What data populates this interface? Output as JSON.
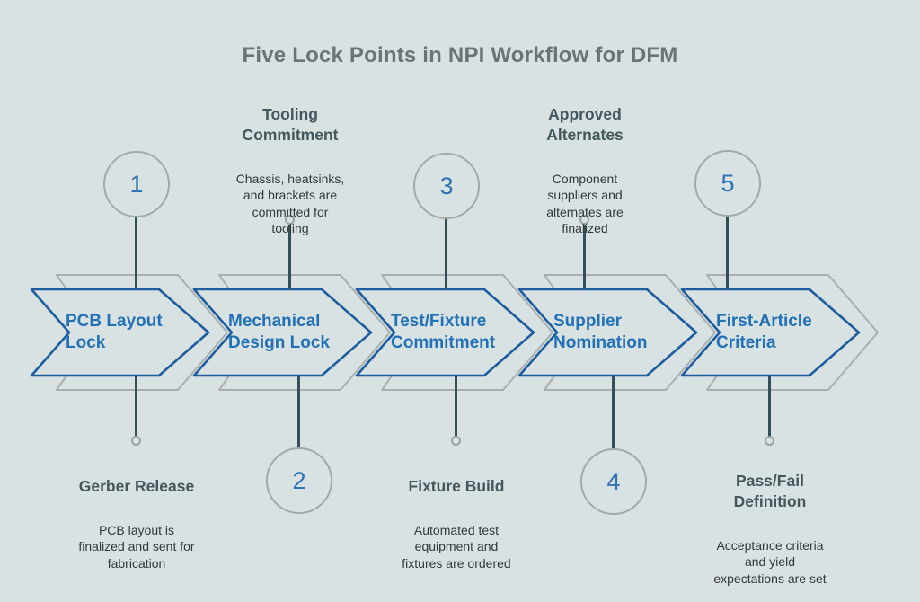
{
  "title": "Five Lock Points in NPI Workflow for DFM",
  "colors": {
    "background": "#d9e2e2",
    "chevron_stroke": "#1d5c9e",
    "chevron_label_text": "#2270b5",
    "shadow_outline": "#a9aeae",
    "connector_line": "#33505a",
    "circle_stroke": "#a3a8a8",
    "circle_number_text": "#2e73b5",
    "title_text": "#6a7477",
    "callout_heading_text": "#44575e",
    "callout_description_text": "#33383a"
  },
  "steps": [
    {
      "number": "1",
      "label": [
        "PCB Layout",
        "Lock"
      ],
      "callout": {
        "position": "bottom",
        "heading": [
          "Gerber Release"
        ],
        "description": [
          "PCB layout is",
          "finalized and sent for",
          "fabrication"
        ]
      }
    },
    {
      "number": "2",
      "label": [
        "Mechanical",
        "Design Lock"
      ],
      "callout": {
        "position": "top",
        "heading": [
          "Tooling",
          "Commitment"
        ],
        "description": [
          "Chassis, heatsinks,",
          "and brackets are",
          "committed for",
          "tooling"
        ]
      }
    },
    {
      "number": "3",
      "label": [
        "Test/Fixture",
        "Commitment"
      ],
      "callout": {
        "position": "bottom",
        "heading": [
          "Fixture Build"
        ],
        "description": [
          "Automated test",
          "equipment and",
          "fixtures are ordered"
        ]
      }
    },
    {
      "number": "4",
      "label": [
        "Supplier",
        "Nomination"
      ],
      "callout": {
        "position": "top",
        "heading": [
          "Approved",
          "Alternates"
        ],
        "description": [
          "Component",
          "suppliers and",
          "alternates are",
          "finalized"
        ]
      }
    },
    {
      "number": "5",
      "label": [
        "First-Article",
        "Criteria"
      ],
      "callout": {
        "position": "bottom",
        "heading": [
          "Pass/Fail",
          "Definition"
        ],
        "description": [
          "Acceptance criteria",
          "and yield",
          "expectations are set"
        ]
      }
    }
  ]
}
